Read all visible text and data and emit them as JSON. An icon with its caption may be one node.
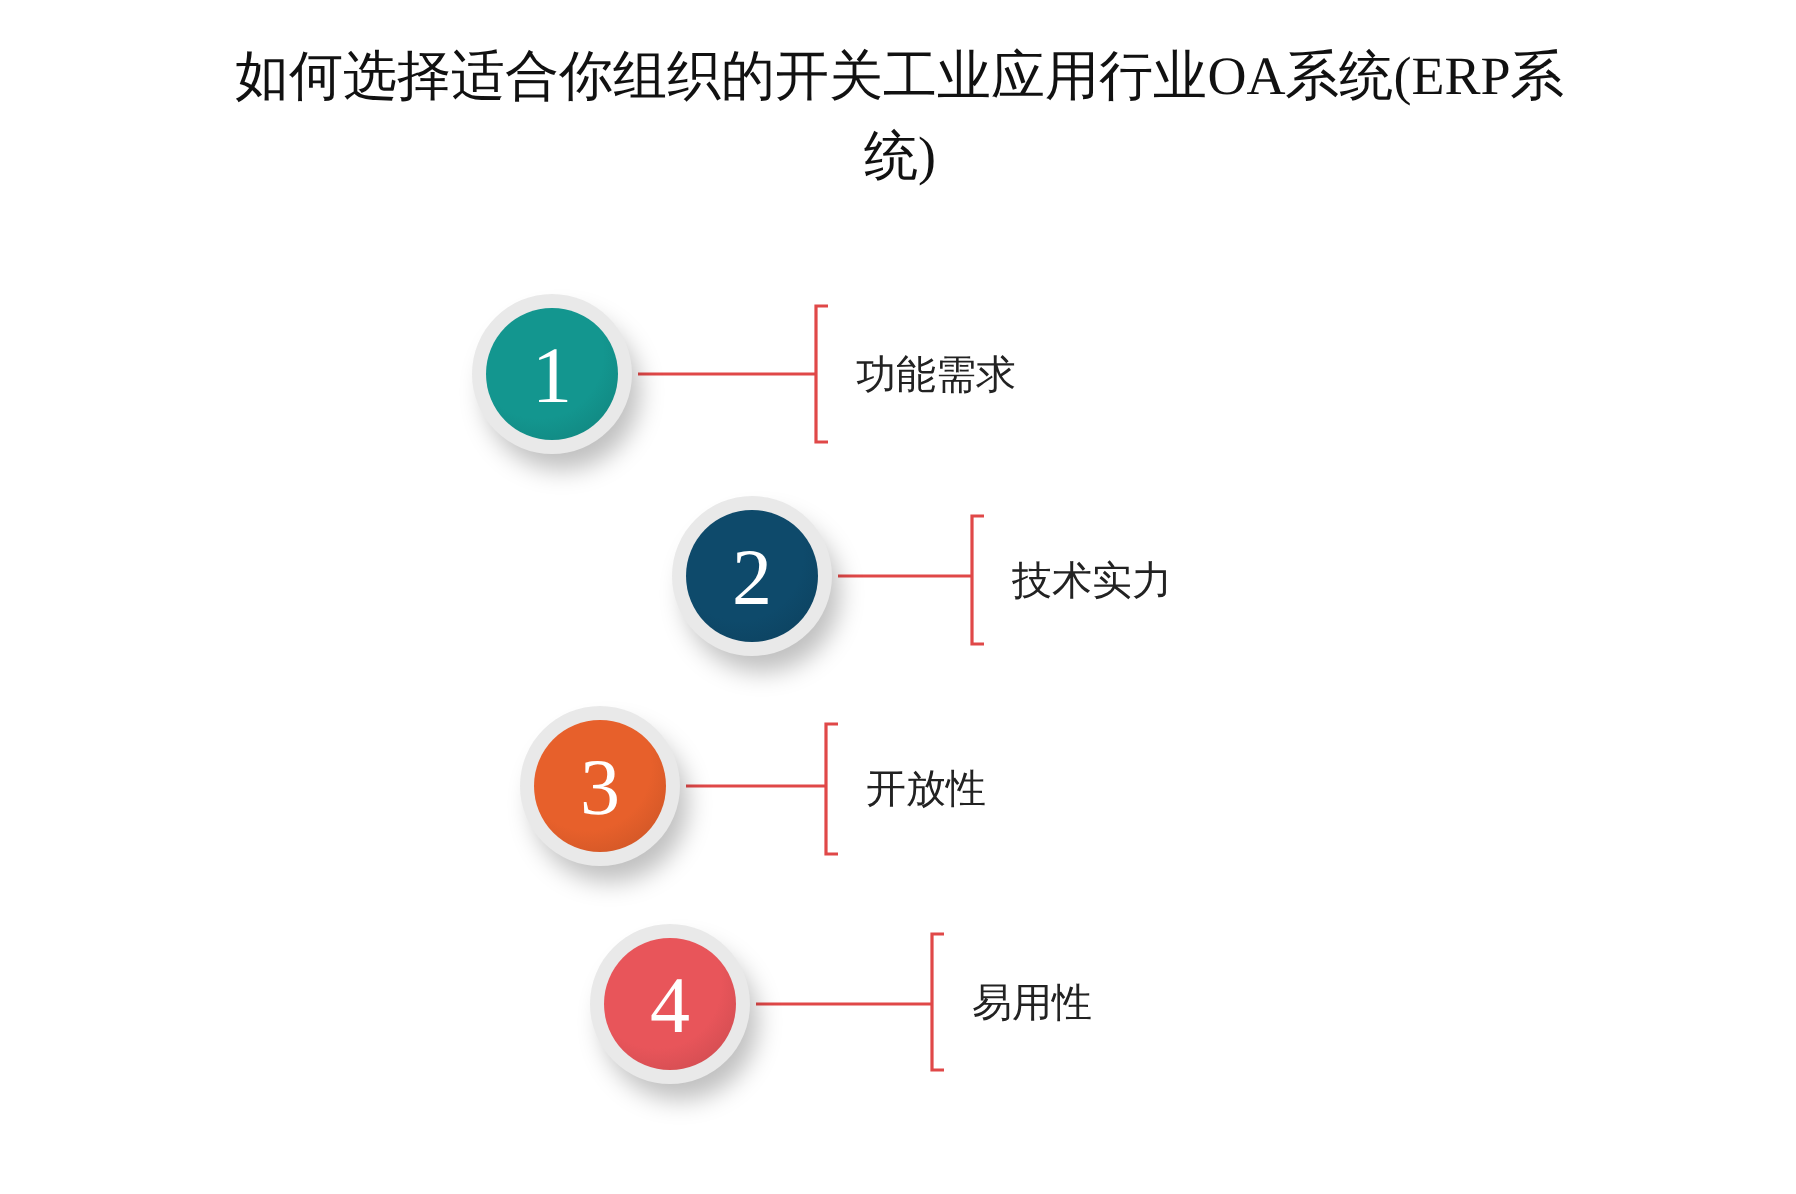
{
  "diagram": {
    "title": "如何选择适合你组织的开关工业应用行业OA系统(ERP系统)",
    "nodes": [
      {
        "text": [
          "1"
        ]
      },
      {
        "text": [
          "功能需求"
        ]
      },
      {
        "text": [
          "2"
        ]
      },
      {
        "text": [
          "技术实力"
        ]
      },
      {
        "text": [
          "3"
        ]
      },
      {
        "text": [
          "开放性"
        ]
      },
      {
        "text": [
          "4"
        ]
      },
      {
        "text": [
          "易用性"
        ]
      }
    ],
    "edges": [
      {
        "from": 0,
        "to": 1,
        "arrow": "none"
      },
      {
        "from": 2,
        "to": 3,
        "arrow": "none"
      },
      {
        "from": 4,
        "to": 5,
        "arrow": "none"
      },
      {
        "from": 6,
        "to": 7,
        "arrow": "none"
      }
    ]
  }
}
